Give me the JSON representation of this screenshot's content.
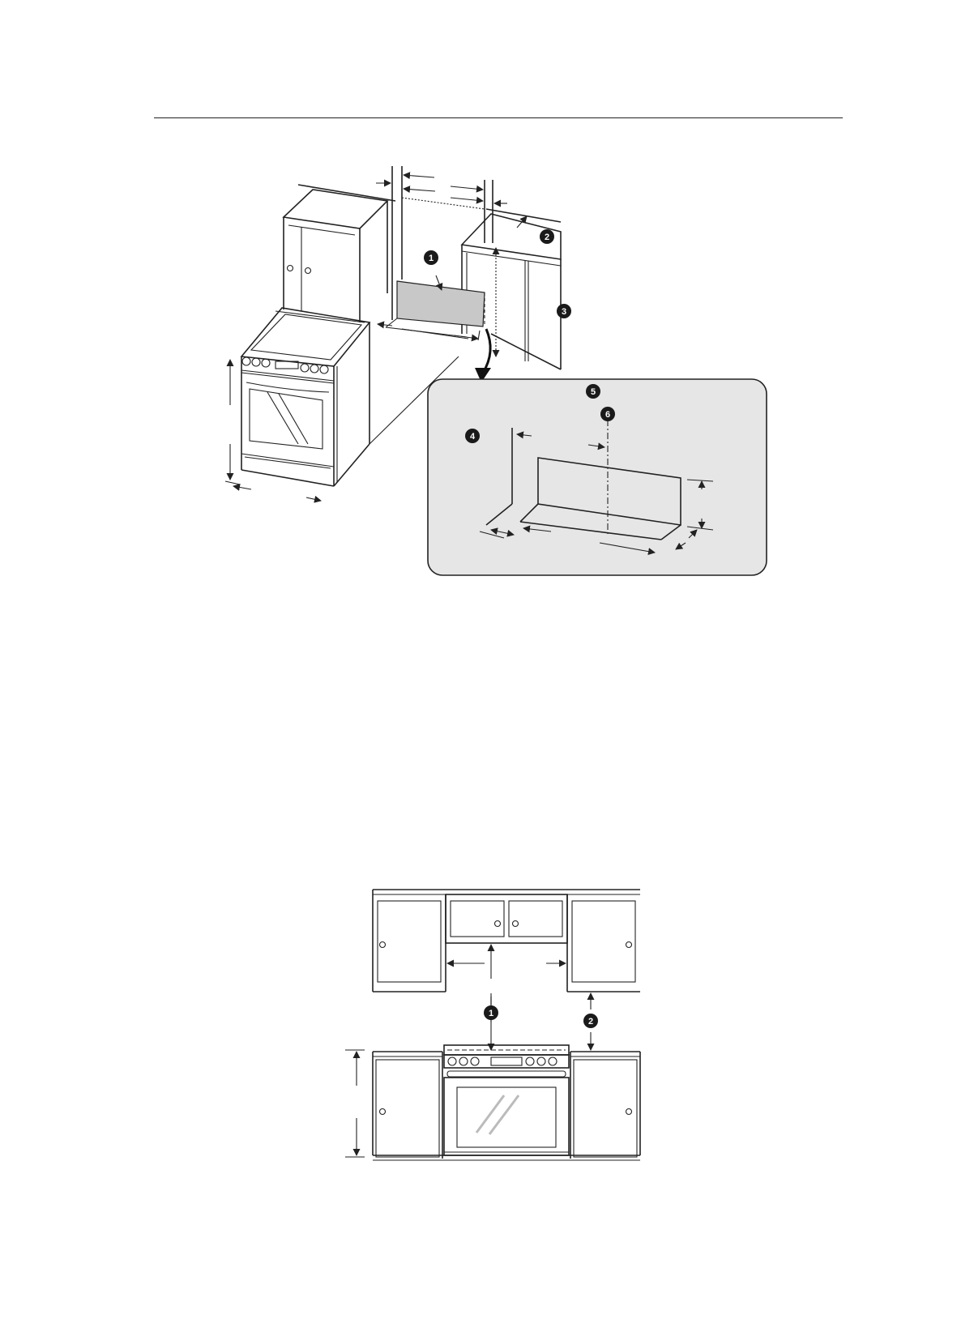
{
  "figure_top": {
    "callouts": [
      "1",
      "2",
      "3",
      "4",
      "5",
      "6"
    ]
  },
  "figure_bottom": {
    "callouts": [
      "1",
      "2"
    ]
  }
}
